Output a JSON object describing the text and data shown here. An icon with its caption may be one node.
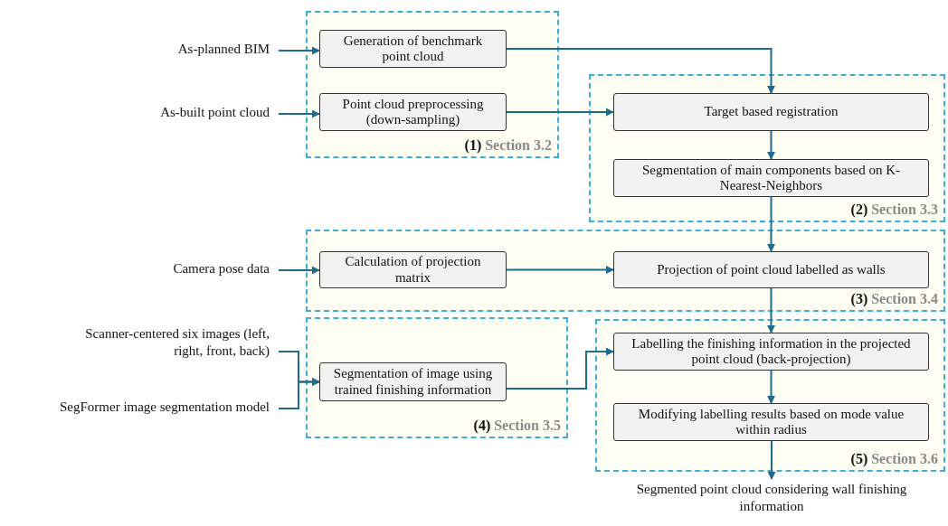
{
  "diagram": {
    "nodes": [
      {
        "text": [
          "As-planned BIM"
        ]
      },
      {
        "text": [
          "As-built point cloud"
        ]
      },
      {
        "text": [
          "Camera pose data"
        ]
      },
      {
        "text": [
          "Scanner-centered six images (left, right, front, back)"
        ]
      },
      {
        "text": [
          "SegFormer image segmentation model"
        ]
      },
      {
        "text": [
          "(1)",
          "Section 3.2"
        ]
      },
      {
        "text": [
          "Generation of benchmark point cloud"
        ],
        "in": 5
      },
      {
        "text": [
          "Point cloud preprocessing (down-sampling)"
        ],
        "in": 5
      },
      {
        "text": [
          "(2)",
          "Section 3.3"
        ]
      },
      {
        "text": [
          "Target based registration"
        ],
        "in": 8
      },
      {
        "text": [
          "Segmentation of main components based on K-Nearest-Neighbors"
        ],
        "in": 8
      },
      {
        "text": [
          "(3)",
          "Section 3.4"
        ]
      },
      {
        "text": [
          "Calculation of projection matrix"
        ],
        "in": 11
      },
      {
        "text": [
          "Projection of point cloud labelled as walls"
        ],
        "in": 11
      },
      {
        "text": [
          "(4)",
          "Section 3.5"
        ]
      },
      {
        "text": [
          "Segmentation of image using trained finishing information"
        ],
        "in": 14
      },
      {
        "text": [
          "(5)",
          "Section 3.6"
        ]
      },
      {
        "text": [
          "Labelling the finishing information in the projected point cloud (back-projection)"
        ],
        "in": 16
      },
      {
        "text": [
          "Modifying labelling results based on mode value within radius"
        ],
        "in": 16
      },
      {
        "text": [
          "Segmented point cloud considering wall finishing information"
        ]
      }
    ],
    "edges": [
      {
        "from": 0,
        "to": 6,
        "arrow": "to"
      },
      {
        "from": 1,
        "to": 7,
        "arrow": "to"
      },
      {
        "from": 6,
        "to": 9,
        "arrow": "to"
      },
      {
        "from": 7,
        "to": 9,
        "arrow": "to"
      },
      {
        "from": 9,
        "to": 10,
        "arrow": "to"
      },
      {
        "from": 10,
        "to": 13,
        "arrow": "to"
      },
      {
        "from": 2,
        "to": 12,
        "arrow": "to"
      },
      {
        "from": 12,
        "to": 13,
        "arrow": "to"
      },
      {
        "from": 13,
        "to": 17,
        "arrow": "to"
      },
      {
        "from": 3,
        "to": 15,
        "arrow": "to"
      },
      {
        "from": 4,
        "to": 15,
        "arrow": "to"
      },
      {
        "from": 15,
        "to": 17,
        "arrow": "to"
      },
      {
        "from": 17,
        "to": 18,
        "arrow": "to"
      },
      {
        "from": 18,
        "to": 19,
        "arrow": "to"
      }
    ]
  }
}
